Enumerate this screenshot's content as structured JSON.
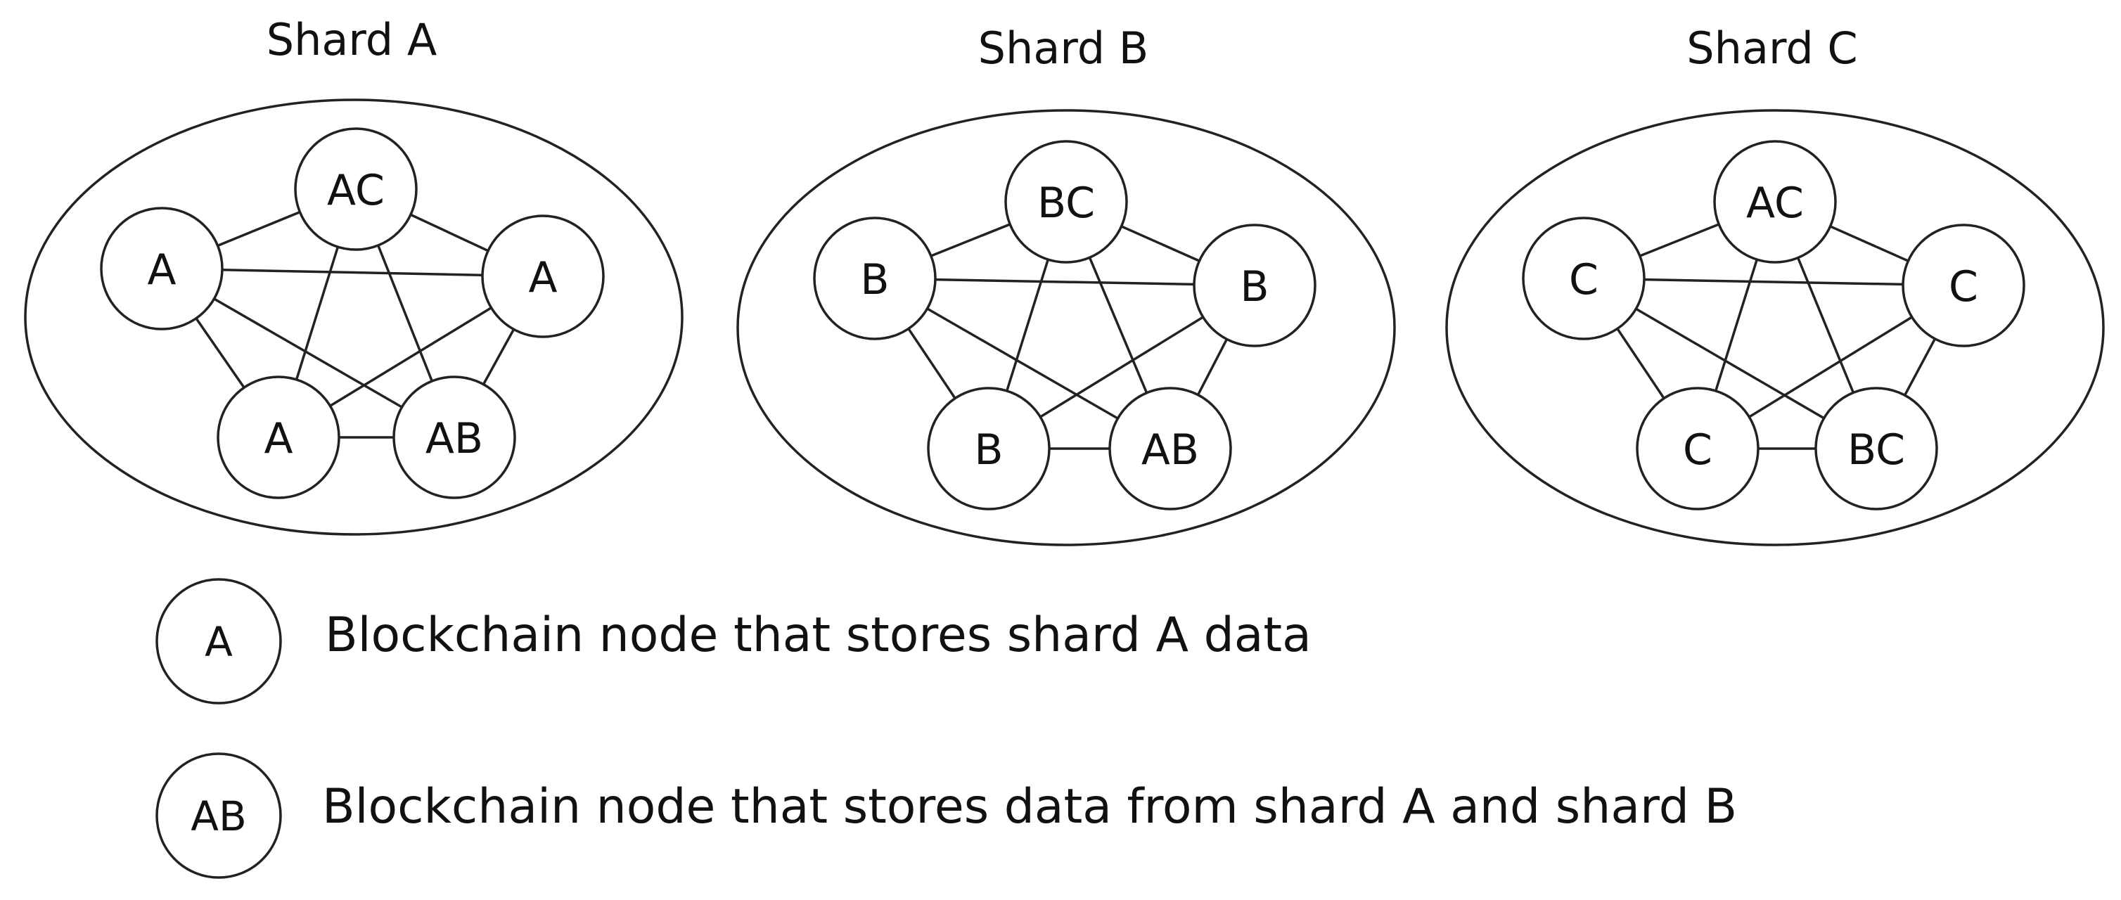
{
  "shards": [
    {
      "title": "Shard A",
      "nodes": [
        "AC",
        "A",
        "A",
        "A",
        "AB"
      ]
    },
    {
      "title": "Shard B",
      "nodes": [
        "BC",
        "B",
        "B",
        "B",
        "AB"
      ]
    },
    {
      "title": "Shard C",
      "nodes": [
        "AC",
        "C",
        "C",
        "C",
        "BC"
      ]
    }
  ],
  "legend": [
    {
      "symbol": "A",
      "text": "Blockchain node that stores shard A data"
    },
    {
      "symbol": "AB",
      "text": "Blockchain node that stores data from shard A and shard B"
    }
  ]
}
